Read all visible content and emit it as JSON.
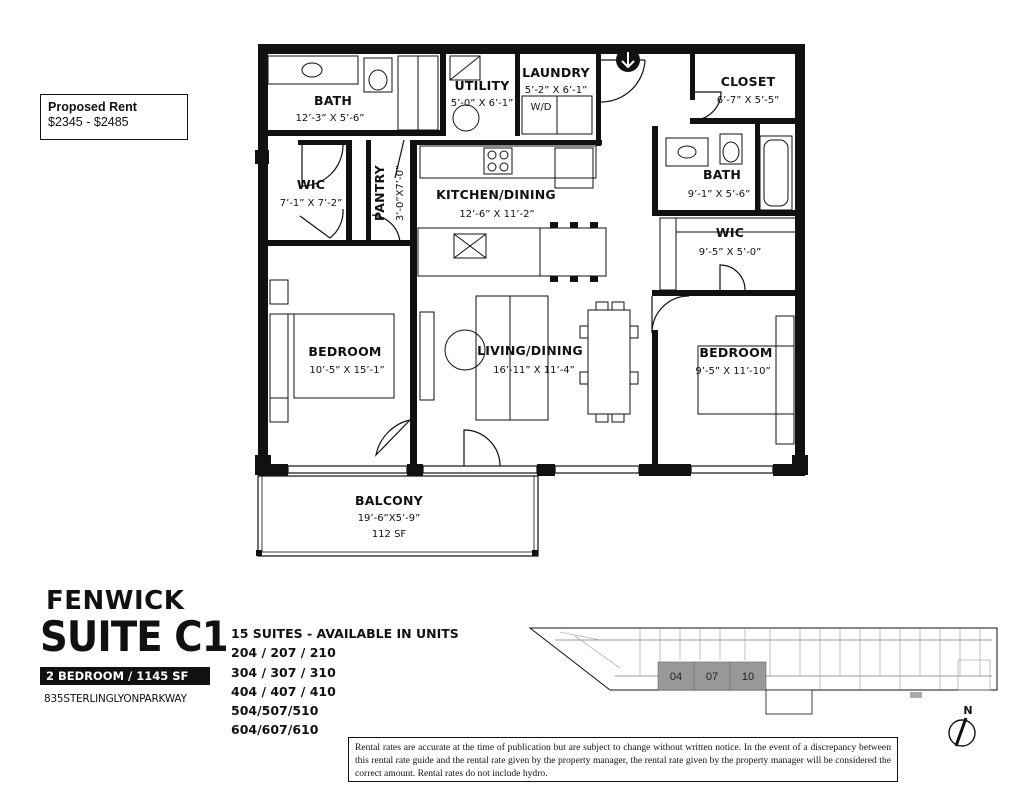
{
  "rent": {
    "title": "Proposed Rent",
    "value": "$2345 - $2485"
  },
  "rooms": {
    "bath1": {
      "name": "BATH",
      "dims": "12’-3” X 5’-6”"
    },
    "utility": {
      "name": "UTILITY",
      "dims": "5’-0” X 6’-1”"
    },
    "laundry": {
      "name": "LAUNDRY",
      "dims": "5’-2” X 6’-1”",
      "appliance": "W/D"
    },
    "closet": {
      "name": "CLOSET",
      "dims": "6’-7” X 5’-5”"
    },
    "wic1": {
      "name": "WIC",
      "dims": "7’-1” X 7’-2”"
    },
    "pantry": {
      "name": "PANTRY",
      "dims": "3’-0”X7’-0”"
    },
    "kitchen": {
      "name": "KITCHEN/DINING",
      "dims": "12’-6” X 11’-2”"
    },
    "bath2": {
      "name": "BATH",
      "dims": "9’-1” X 5’-6”"
    },
    "wic2": {
      "name": "WIC",
      "dims": "9’-5” X 5’-0”"
    },
    "bedroom1": {
      "name": "BEDROOM",
      "dims": "10’-5” X 15’-1”"
    },
    "living": {
      "name": "LIVING/DINING",
      "dims": "16’-11” X 11’-4”"
    },
    "bedroom2": {
      "name": "BEDROOM",
      "dims": "9’-5” X 11’-10”"
    },
    "balcony": {
      "name": "BALCONY",
      "dims": "19’-6”X5’-9”",
      "area": "112 SF"
    }
  },
  "building": {
    "name": "FENWICK",
    "suite": "SUITE C1",
    "summary": "2 BEDROOM / 1145 SF",
    "address": "835STERLINGLYONPARKWAY"
  },
  "availability": {
    "title": "15 SUITES - AVAILABLE IN UNITS",
    "units": [
      "204 / 207 / 210",
      "304 / 307 / 310",
      "404 / 407 / 410",
      "504/507/510",
      "604/607/610"
    ]
  },
  "keyplan": {
    "units": [
      "04",
      "07",
      "10"
    ],
    "north": "N"
  },
  "disclaimer": "Rental rates are accurate at the time of publication but are subject to change without written notice. In the event of a discrepancy between this rental rate guide and the rental rate given by the property manager, the rental rate given by the property manager will be considered the correct amount. Rental rates do not include hydro."
}
